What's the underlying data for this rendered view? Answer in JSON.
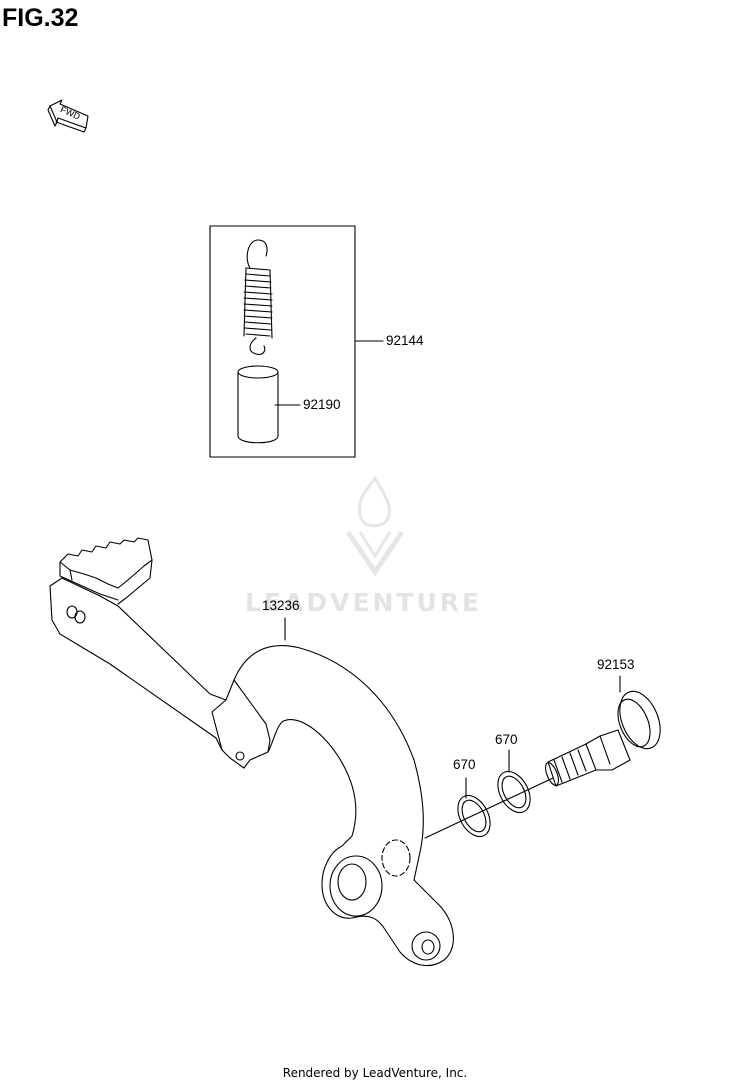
{
  "figure": {
    "title": "FIG.32"
  },
  "orientation_arrow": {
    "label": "FWD"
  },
  "watermark": {
    "text": "LEADVENTURE"
  },
  "parts": {
    "kit_box": {
      "number": "92144"
    },
    "collar": {
      "number": "92190"
    },
    "brake_pedal": {
      "number": "13236"
    },
    "pivot_bolt": {
      "number": "92153"
    },
    "o_ring_outer": {
      "number": "670"
    },
    "o_ring_inner": {
      "number": "670"
    }
  },
  "footer": {
    "text": "Rendered by LeadVenture, Inc."
  }
}
